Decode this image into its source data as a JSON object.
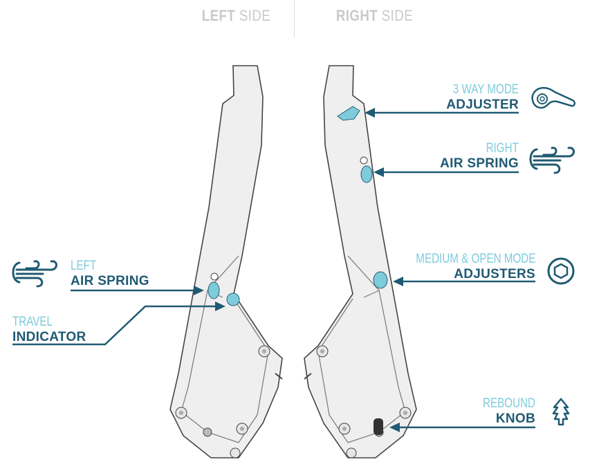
{
  "header": {
    "left": {
      "bold": "LEFT",
      "light": " SIDE"
    },
    "right": {
      "bold": "RIGHT",
      "light": " SIDE"
    }
  },
  "labels": {
    "three_way": {
      "top": "3 WAY MODE",
      "bottom": "ADJUSTER"
    },
    "right_air": {
      "top": "RIGHT",
      "bottom": "AIR SPRING"
    },
    "medium_open": {
      "top": "MEDIUM & OPEN MODE",
      "bottom": "ADJUSTERS"
    },
    "rebound": {
      "top": "REBOUND",
      "bottom": "KNOB"
    },
    "left_air": {
      "top": "LEFT",
      "bottom": "AIR SPRING"
    },
    "travel": {
      "top": "TRAVEL",
      "bottom": "INDICATOR"
    }
  },
  "colors": {
    "light": "#7ecbdc",
    "dark": "#1f5a73",
    "fork": "#efefef",
    "outline": "#555555"
  }
}
